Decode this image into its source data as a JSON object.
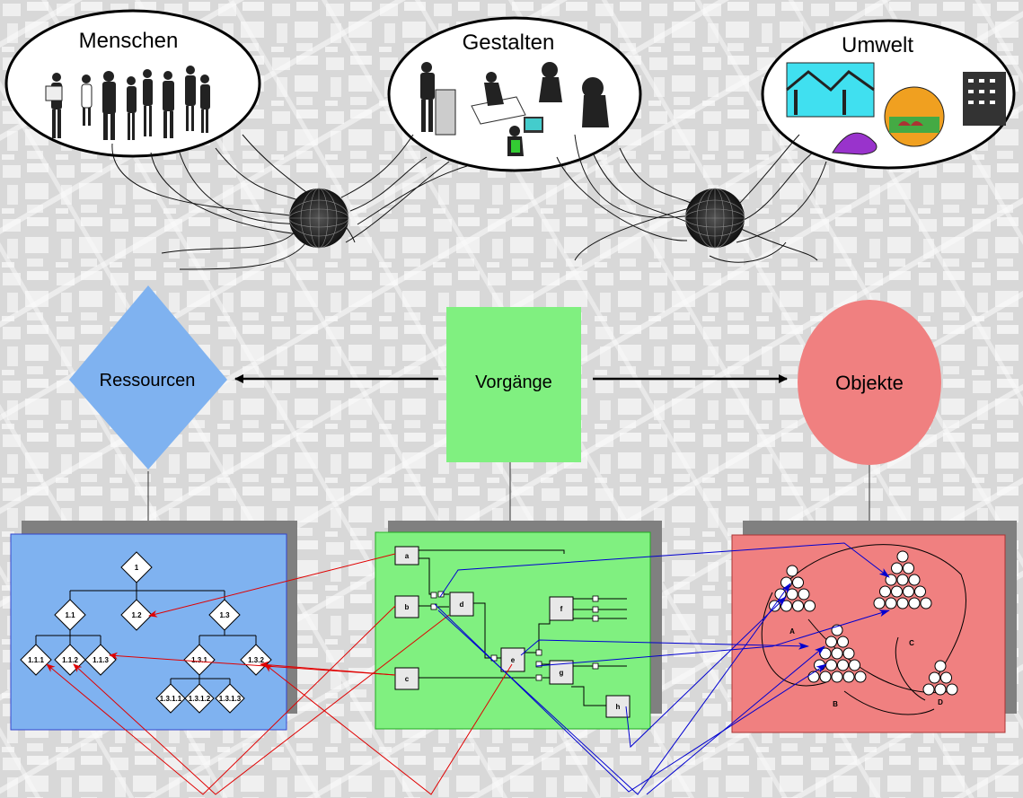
{
  "clouds": {
    "people": "Menschen",
    "design": "Gestalten",
    "environment": "Umwelt"
  },
  "categories": {
    "resources": "Ressourcen",
    "processes": "Vorgänge",
    "objects": "Objekte"
  },
  "resource_tree": {
    "root": "1",
    "level1": [
      "1.1",
      "1.2",
      "1.3"
    ],
    "level2": [
      "1.1.1",
      "1.1.2",
      "1.1.3",
      "1.3.1",
      "1.3.2"
    ],
    "level3": [
      "1.3.1.1",
      "1.3.1.2",
      "1.3.1.3"
    ]
  },
  "process_nodes": [
    "a",
    "b",
    "c",
    "d",
    "e",
    "f",
    "g",
    "h"
  ],
  "object_labels": [
    "A",
    "B",
    "C",
    "D"
  ],
  "colors": {
    "resources": "#7fb2f0",
    "processes": "#80f080",
    "objects": "#f08080",
    "links_red": "#e00000",
    "links_blue": "#0000d0"
  }
}
